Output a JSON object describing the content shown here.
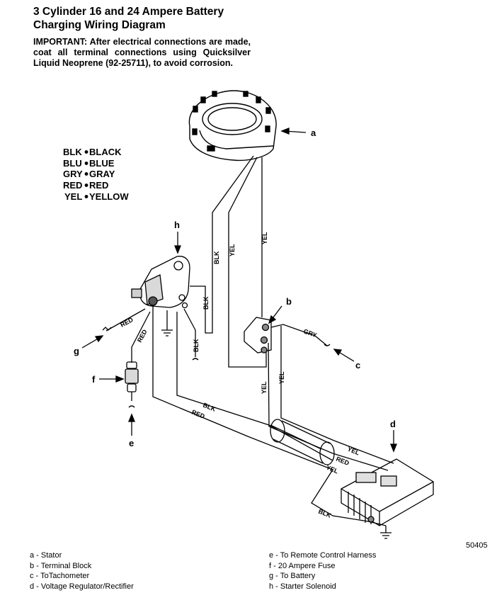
{
  "title_line1": "3 Cylinder 16 and 24 Ampere Battery",
  "title_line2": "Charging Wiring Diagram",
  "important_label": "IMPORTANT:",
  "important_text": "After electrical connections are made, coat all terminal connections using Quicksilver Liquid Neoprene (92-25711), to avoid corrosion.",
  "color_key": [
    {
      "code": "BLK",
      "name": "BLACK"
    },
    {
      "code": "BLU",
      "name": "BLUE"
    },
    {
      "code": "GRY",
      "name": "GRAY"
    },
    {
      "code": "RED",
      "name": "RED"
    },
    {
      "code": "YEL",
      "name": "YELLOW"
    }
  ],
  "callouts": {
    "a": "a",
    "b": "b",
    "c": "c",
    "d": "d",
    "e": "e",
    "f": "f",
    "g": "g",
    "h": "h"
  },
  "wire_labels": {
    "blk": "BLK",
    "yel": "YEL",
    "red": "RED",
    "gry": "GRY"
  },
  "figure_number": "50405",
  "legend_left": [
    "a - Stator",
    "b - Terminal Block",
    "c - ToTachometer",
    "d - Voltage Regulator/Rectifier"
  ],
  "legend_right": [
    "e - To Remote Control Harness",
    "f - 20 Ampere Fuse",
    "g - To Battery",
    "h - Starter Solenoid"
  ]
}
